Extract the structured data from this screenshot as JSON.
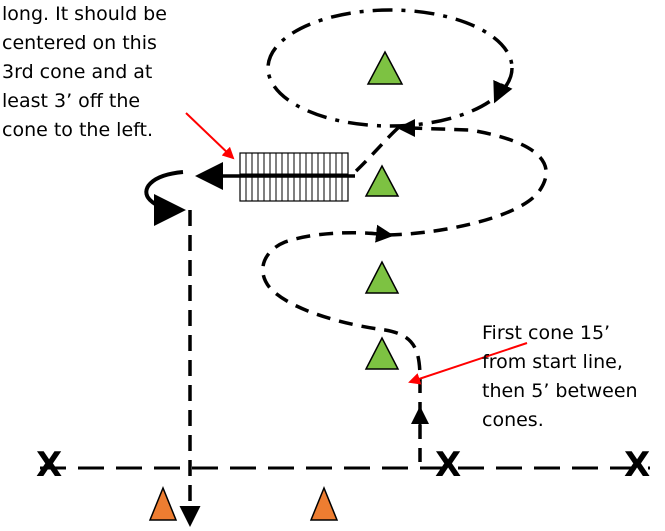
{
  "annotations": {
    "left_note_lines": [
      "long. It should be",
      "centered on this",
      "3rd cone and at",
      "least 3’ off the",
      "cone to the left."
    ],
    "right_note_lines": [
      "First cone 15’",
      "from start line,",
      "then 5’ between",
      "cones."
    ]
  },
  "start_line_markers": [
    "X",
    "X",
    "X"
  ],
  "colors": {
    "cone_green": "#7dc242",
    "cone_orange": "#ed7d31",
    "pointer_red": "#ff0000",
    "line": "#000000"
  }
}
